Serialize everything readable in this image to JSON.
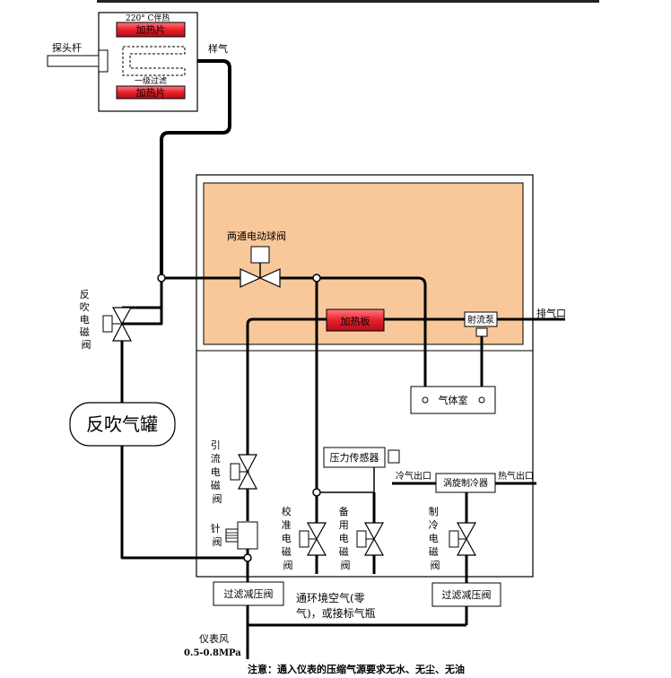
{
  "probe": {
    "probe_rod_label": "探头杆",
    "heat_trace_label": "220° C伴热",
    "heater_top_label": "加热片",
    "filter_label": "一级过滤",
    "heater_bottom_label": "加热片",
    "sample_gas_label": "样气"
  },
  "cabinet": {
    "ball_valve_label": "两通电动球阀",
    "heater_plate_label": "加热板",
    "ejector_label": "射流泵",
    "exhaust_label": "排气口",
    "gas_chamber_label": "气体室",
    "pressure_sensor_label": "压力传感器",
    "cold_out_label": "冷气出口",
    "hot_out_label": "热气出口",
    "vortex_cooler_label": "涡旋制冷器",
    "lead_valve_label": "引流电磁阀",
    "needle_valve_label": "针阀",
    "calib_valve_label": "校准电磁阀",
    "spare_valve_label": "备用电磁阀",
    "cooling_valve_label": "制冷电磁阀"
  },
  "outside": {
    "blowback_valve_label": "反吹电磁阀",
    "blowback_tank_label": "反吹气罐",
    "reducer_left_label": "过滤减压阀",
    "reducer_right_label": "过滤减压阀",
    "ambient_air_line1": "通环境空气(零",
    "ambient_air_line2": "气)，或接标气瓶",
    "instrument_air_label": "仪表风",
    "pressure_label": "0.5-0.8MPa",
    "note": "注意：通入仪表的压缩气源要求无水、无尘、无油"
  },
  "colors": {
    "heated_zone": "#f9c89a",
    "heater": "#e8202a",
    "line": "#000000"
  }
}
